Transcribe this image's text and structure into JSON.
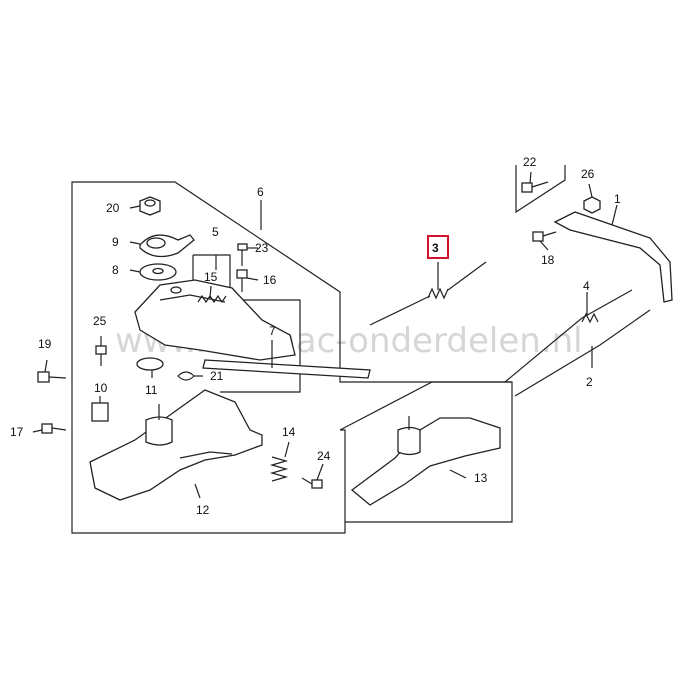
{
  "watermark": "www.burmac-onderdelen.nl",
  "highlight_color": "#d0132c",
  "callouts": {
    "p1": "1",
    "p2": "2",
    "p3": "3",
    "p4": "4",
    "p5": "5",
    "p6": "6",
    "p7": "7",
    "p8": "8",
    "p9": "9",
    "p10": "10",
    "p11": "11",
    "p12": "12",
    "p13": "13",
    "p14": "14",
    "p15": "15",
    "p16": "16",
    "p17": "17",
    "p18": "18",
    "p19": "19",
    "p20": "20",
    "p21": "21",
    "p22": "22",
    "p23": "23",
    "p24": "24",
    "p25": "25",
    "p26": "26"
  }
}
